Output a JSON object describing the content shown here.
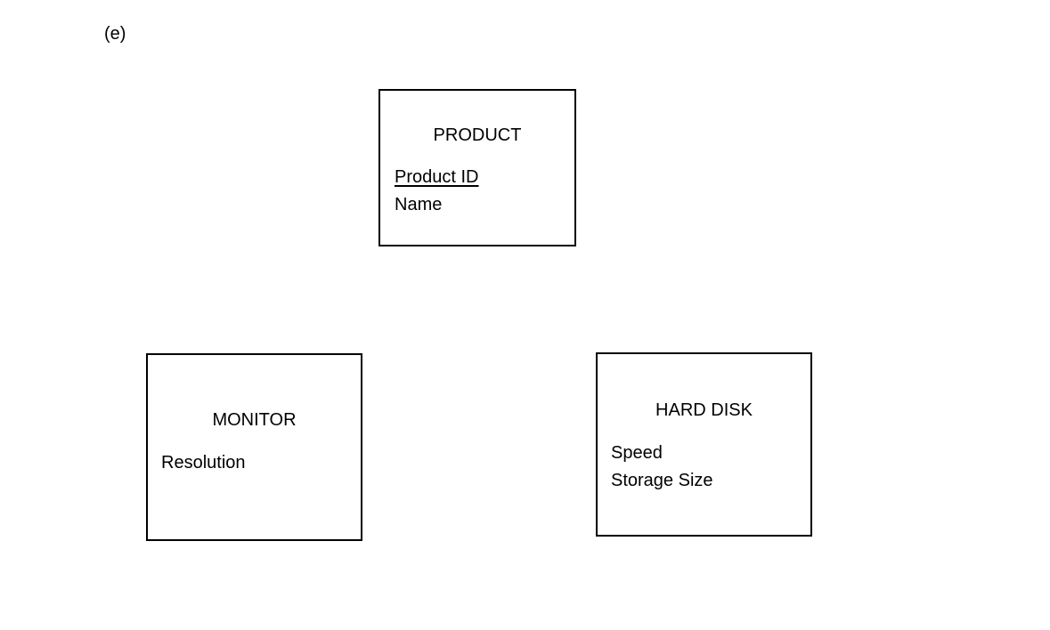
{
  "part_label": "(e)",
  "entities": {
    "product": {
      "name": "PRODUCT",
      "attributes": [
        {
          "label": "Product ID",
          "is_key": true
        },
        {
          "label": "Name",
          "is_key": false
        }
      ]
    },
    "monitor": {
      "name": "MONITOR",
      "attributes": [
        {
          "label": "Resolution",
          "is_key": false
        }
      ]
    },
    "hard_disk": {
      "name": "HARD DISK",
      "attributes": [
        {
          "label": "Speed",
          "is_key": false
        },
        {
          "label": "Storage Size",
          "is_key": false
        }
      ]
    }
  }
}
